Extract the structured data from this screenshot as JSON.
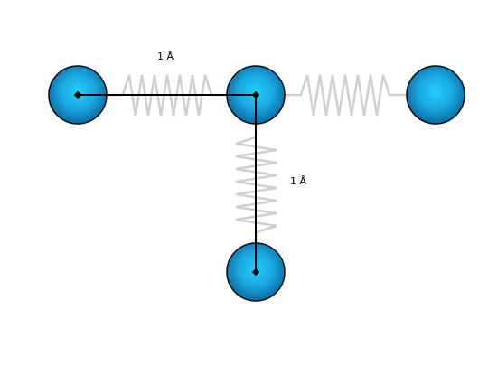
{
  "labels": {
    "horizontal_bond_length": "1 Å",
    "vertical_bond_length": "1 Å"
  },
  "atoms": [
    {
      "name": "atom-left"
    },
    {
      "name": "atom-center"
    },
    {
      "name": "atom-right"
    },
    {
      "name": "atom-bottom"
    }
  ],
  "colors": {
    "atom_light": "#1ec8f5",
    "atom_dark": "#0a6fa8",
    "atom_outline": "#0a0a0a",
    "spring": "#cfcfcf",
    "bond_line": "#000000"
  }
}
